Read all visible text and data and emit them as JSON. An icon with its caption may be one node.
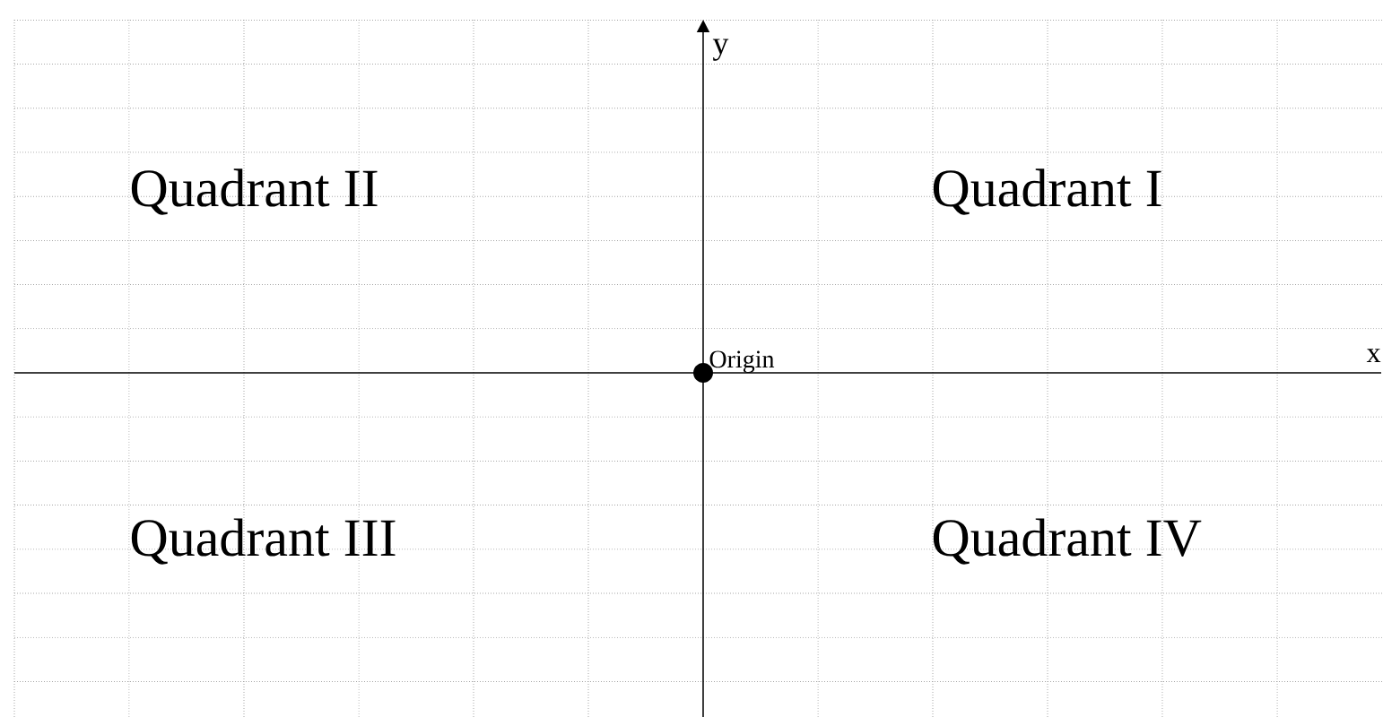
{
  "diagram": {
    "labels": [
      "y",
      "Quadrant II",
      "Quadrant I",
      "Origin",
      "x",
      "Quadrant III",
      "Quadrant IV"
    ]
  }
}
